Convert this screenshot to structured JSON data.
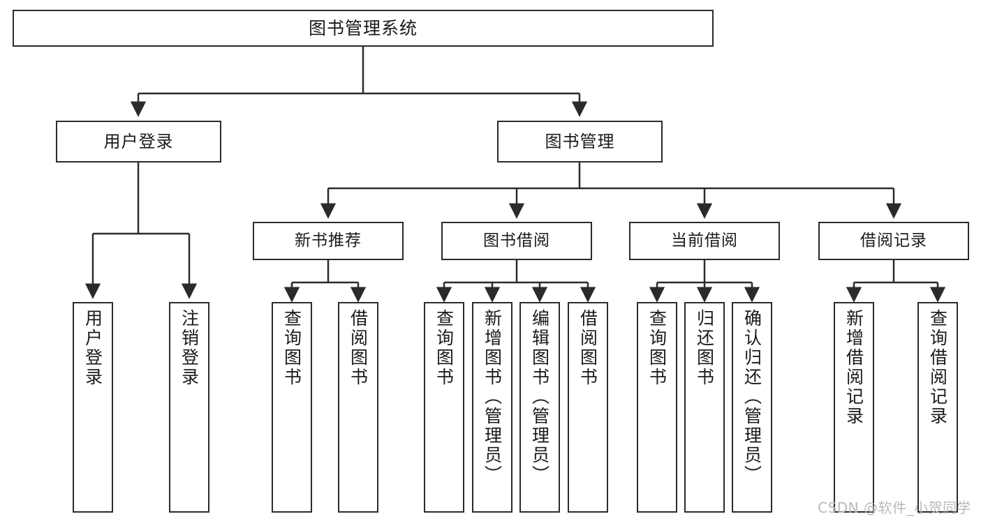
{
  "diagram": {
    "title": "图书管理系统",
    "watermark": "CSDN @软件_小贺同学",
    "colors": {
      "border": "#2b2b2b",
      "background": "#ffffff",
      "text": "#1a1a1a",
      "connector": "#2b2b2b",
      "watermark": "#b9b9b9"
    },
    "root": {
      "label": "图书管理系统"
    },
    "level2": [
      {
        "label": "用户登录"
      },
      {
        "label": "图书管理"
      }
    ],
    "level3": [
      {
        "label": "新书推荐"
      },
      {
        "label": "图书借阅"
      },
      {
        "label": "当前借阅"
      },
      {
        "label": "借阅记录"
      }
    ],
    "leaves": {
      "user_login": [
        {
          "label": "用户登录"
        },
        {
          "label": "注销登录"
        }
      ],
      "new_book": [
        {
          "label": "查询图书"
        },
        {
          "label": "借阅图书"
        }
      ],
      "borrow_book": [
        {
          "label": "查询图书"
        },
        {
          "label": "新增图书（管理员）"
        },
        {
          "label": "编辑图书（管理员）"
        },
        {
          "label": "借阅图书"
        }
      ],
      "current_borrow": [
        {
          "label": "查询图书"
        },
        {
          "label": "归还图书"
        },
        {
          "label": "确认归还（管理员）"
        }
      ],
      "borrow_record": [
        {
          "label": "新增借阅记录"
        },
        {
          "label": "查询借阅记录"
        }
      ]
    }
  }
}
